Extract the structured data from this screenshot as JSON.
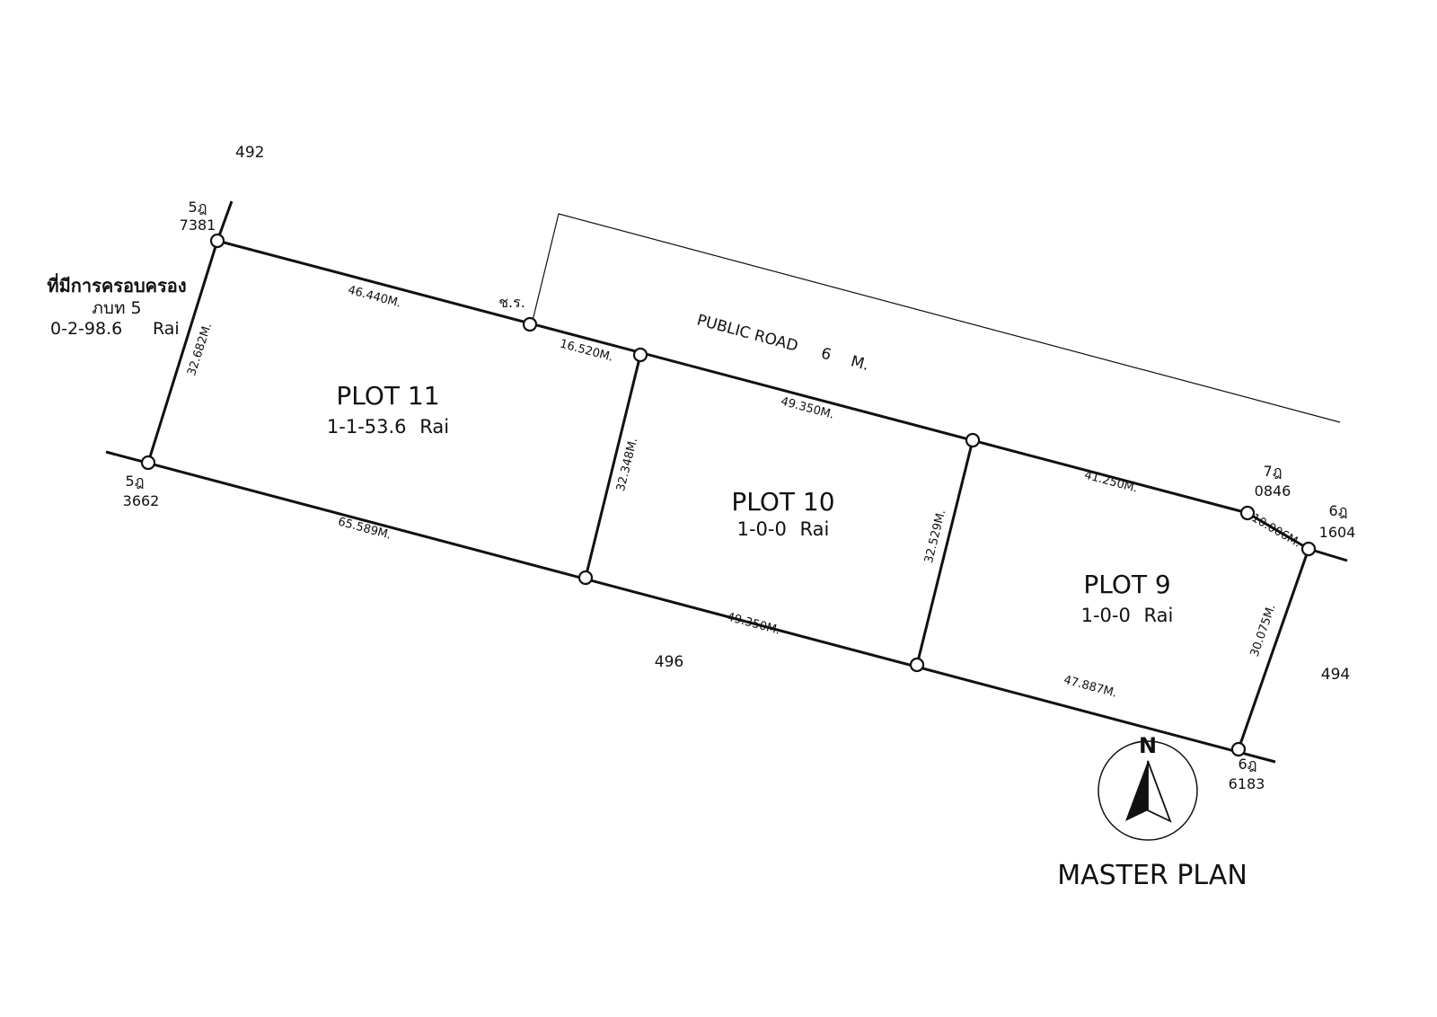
{
  "adjacent_parcels": {
    "north": "492",
    "south": "496",
    "east": "494"
  },
  "adjacent_land": {
    "title": "ที่มีการครอบครอง",
    "doc": "ภบท 5",
    "area": "0-2-98.6",
    "unit": "Rai"
  },
  "road": {
    "label": "PUBLIC ROAD",
    "width": "6",
    "unit": "M."
  },
  "corner_mark": "ช.ร.",
  "markers": [
    {
      "prefix": "5ฎ",
      "number": "7381"
    },
    {
      "prefix": "5ฎ",
      "number": "3662"
    },
    {
      "prefix": "7ฎ",
      "number": "0846"
    },
    {
      "prefix": "6ฎ",
      "number": "1604"
    },
    {
      "prefix": "6ฎ",
      "number": "6183"
    }
  ],
  "plots": [
    {
      "name": "PLOT 11",
      "area": "1-1-53.6",
      "unit": "Rai"
    },
    {
      "name": "PLOT 10",
      "area": "1-0-0",
      "unit": "Rai"
    },
    {
      "name": "PLOT 9",
      "area": "1-0-0",
      "unit": "Rai"
    }
  ],
  "dimensions": {
    "plot11_north": "46.440M.",
    "plot11_north_b": "16.520M.",
    "plot11_west": "32.682M.",
    "plot11_south": "65.589M.",
    "plot10_west": "32.348M.",
    "plot10_north": "49.350M.",
    "plot10_south": "49.350M.",
    "plot10_east": "32.529M.",
    "plot9_north": "41.250M.",
    "plot9_ne": "10.006M.",
    "plot9_east": "30.075M.",
    "plot9_south": "47.887M."
  },
  "north_arrow": {
    "letter": "N"
  },
  "title": "MASTER PLAN"
}
